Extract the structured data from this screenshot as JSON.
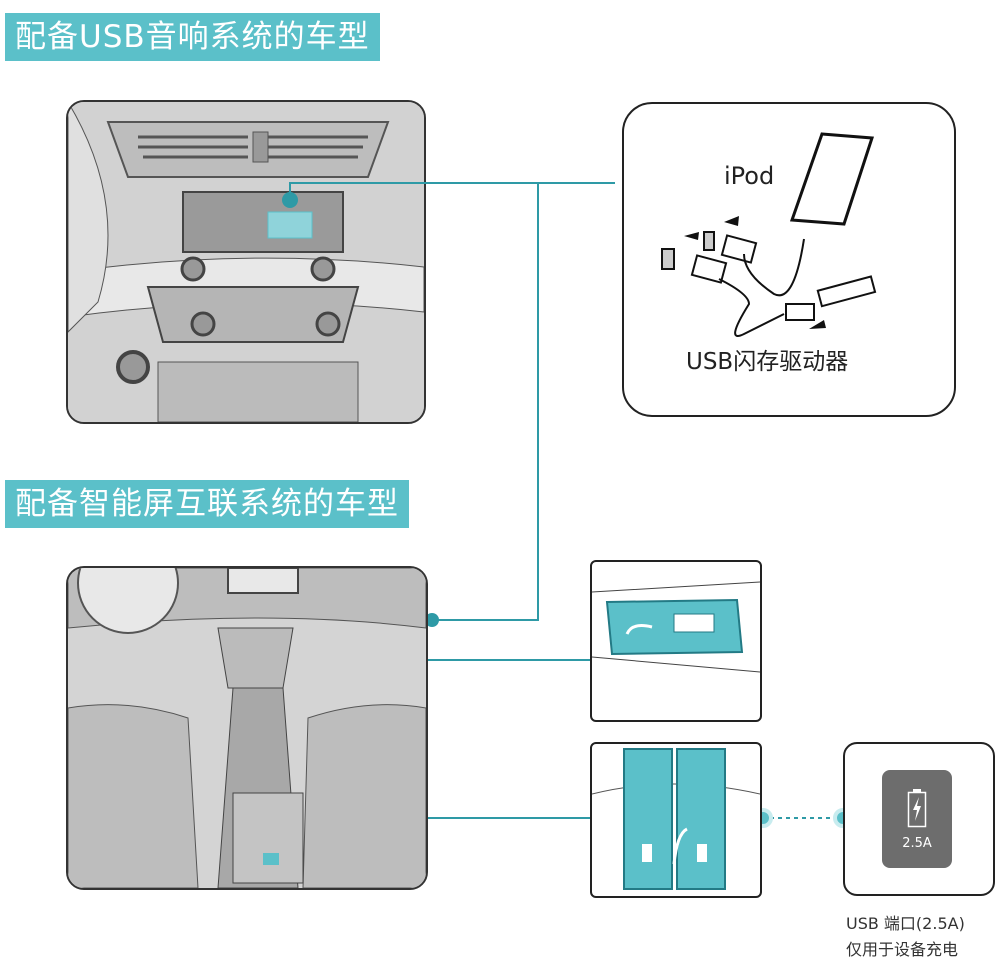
{
  "sections": {
    "usb_audio_title": "配备USB音响系统的车型",
    "smart_screen_title": "配备智能屏互联系统的车型"
  },
  "usb_device_box": {
    "ipod_label": "iPod",
    "flash_drive_label": "USB闪存驱动器"
  },
  "charge_port_box": {
    "current_label": "2.5A",
    "icon": "battery-charging-icon"
  },
  "charge_note": {
    "line1": "USB 端口(2.5A)",
    "line2": "仅用于设备充电"
  },
  "colors": {
    "accent": "#5bc0c9",
    "dark_box": "#6d6d6d"
  }
}
